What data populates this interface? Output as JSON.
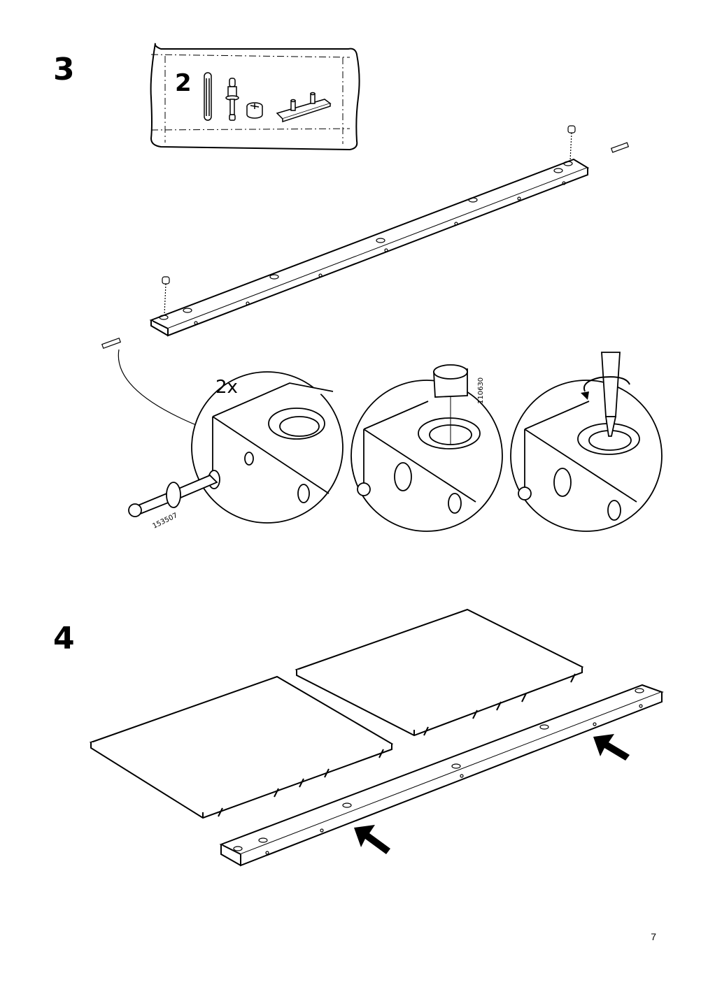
{
  "steps": {
    "step3": {
      "number": "3",
      "parts_quantity": "2",
      "detail_multiplier": "2x",
      "part_codes": {
        "dowel_pin": "153507",
        "cam_lock": "110630"
      }
    },
    "step4": {
      "number": "4"
    }
  },
  "footer": {
    "page_number": "7"
  },
  "colors": {
    "ink": "#000000",
    "paper": "#ffffff"
  },
  "icons": [
    "wooden-dowel-icon",
    "cam-pin-icon",
    "cam-lock-icon",
    "shelf-support-icon",
    "screwdriver-icon",
    "rotate-arrow-icon",
    "push-arrow-icon"
  ]
}
